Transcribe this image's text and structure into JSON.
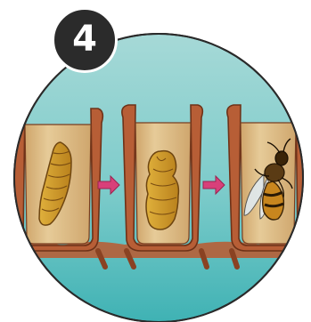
{
  "step": {
    "number": "4"
  },
  "colors": {
    "background_top": "#9ad5d4",
    "background_bottom": "#46b5b6",
    "cell_wood": "#b75e36",
    "cell_inner": "#e3c793",
    "larva": "#d8a12c",
    "arrow": "#d8407a",
    "badge": "#2b2b2b"
  },
  "stages": [
    {
      "name": "larva",
      "icon": "larva-icon"
    },
    {
      "name": "pupa",
      "icon": "pupa-icon"
    },
    {
      "name": "adult bee",
      "icon": "bee-icon"
    }
  ]
}
